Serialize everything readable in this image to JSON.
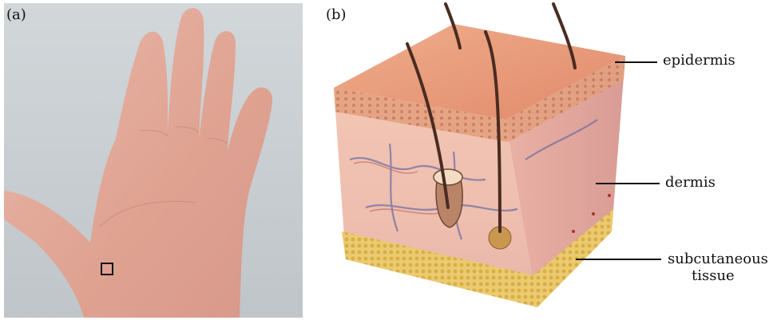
{
  "panels": {
    "a": {
      "label": "(a)"
    },
    "b": {
      "label": "(b)"
    }
  },
  "labels": {
    "epidermis": "epidermis",
    "dermis": "dermis",
    "subcutaneous_line1": "subcutaneous",
    "subcutaneous_line2": "tissue"
  },
  "colors": {
    "skin_top": "#e79a77",
    "skin_side": "#f0c0b0",
    "fat_layer": "#e8c66a",
    "hand": "#e2a99a",
    "background_a": "#c9cfd3"
  }
}
